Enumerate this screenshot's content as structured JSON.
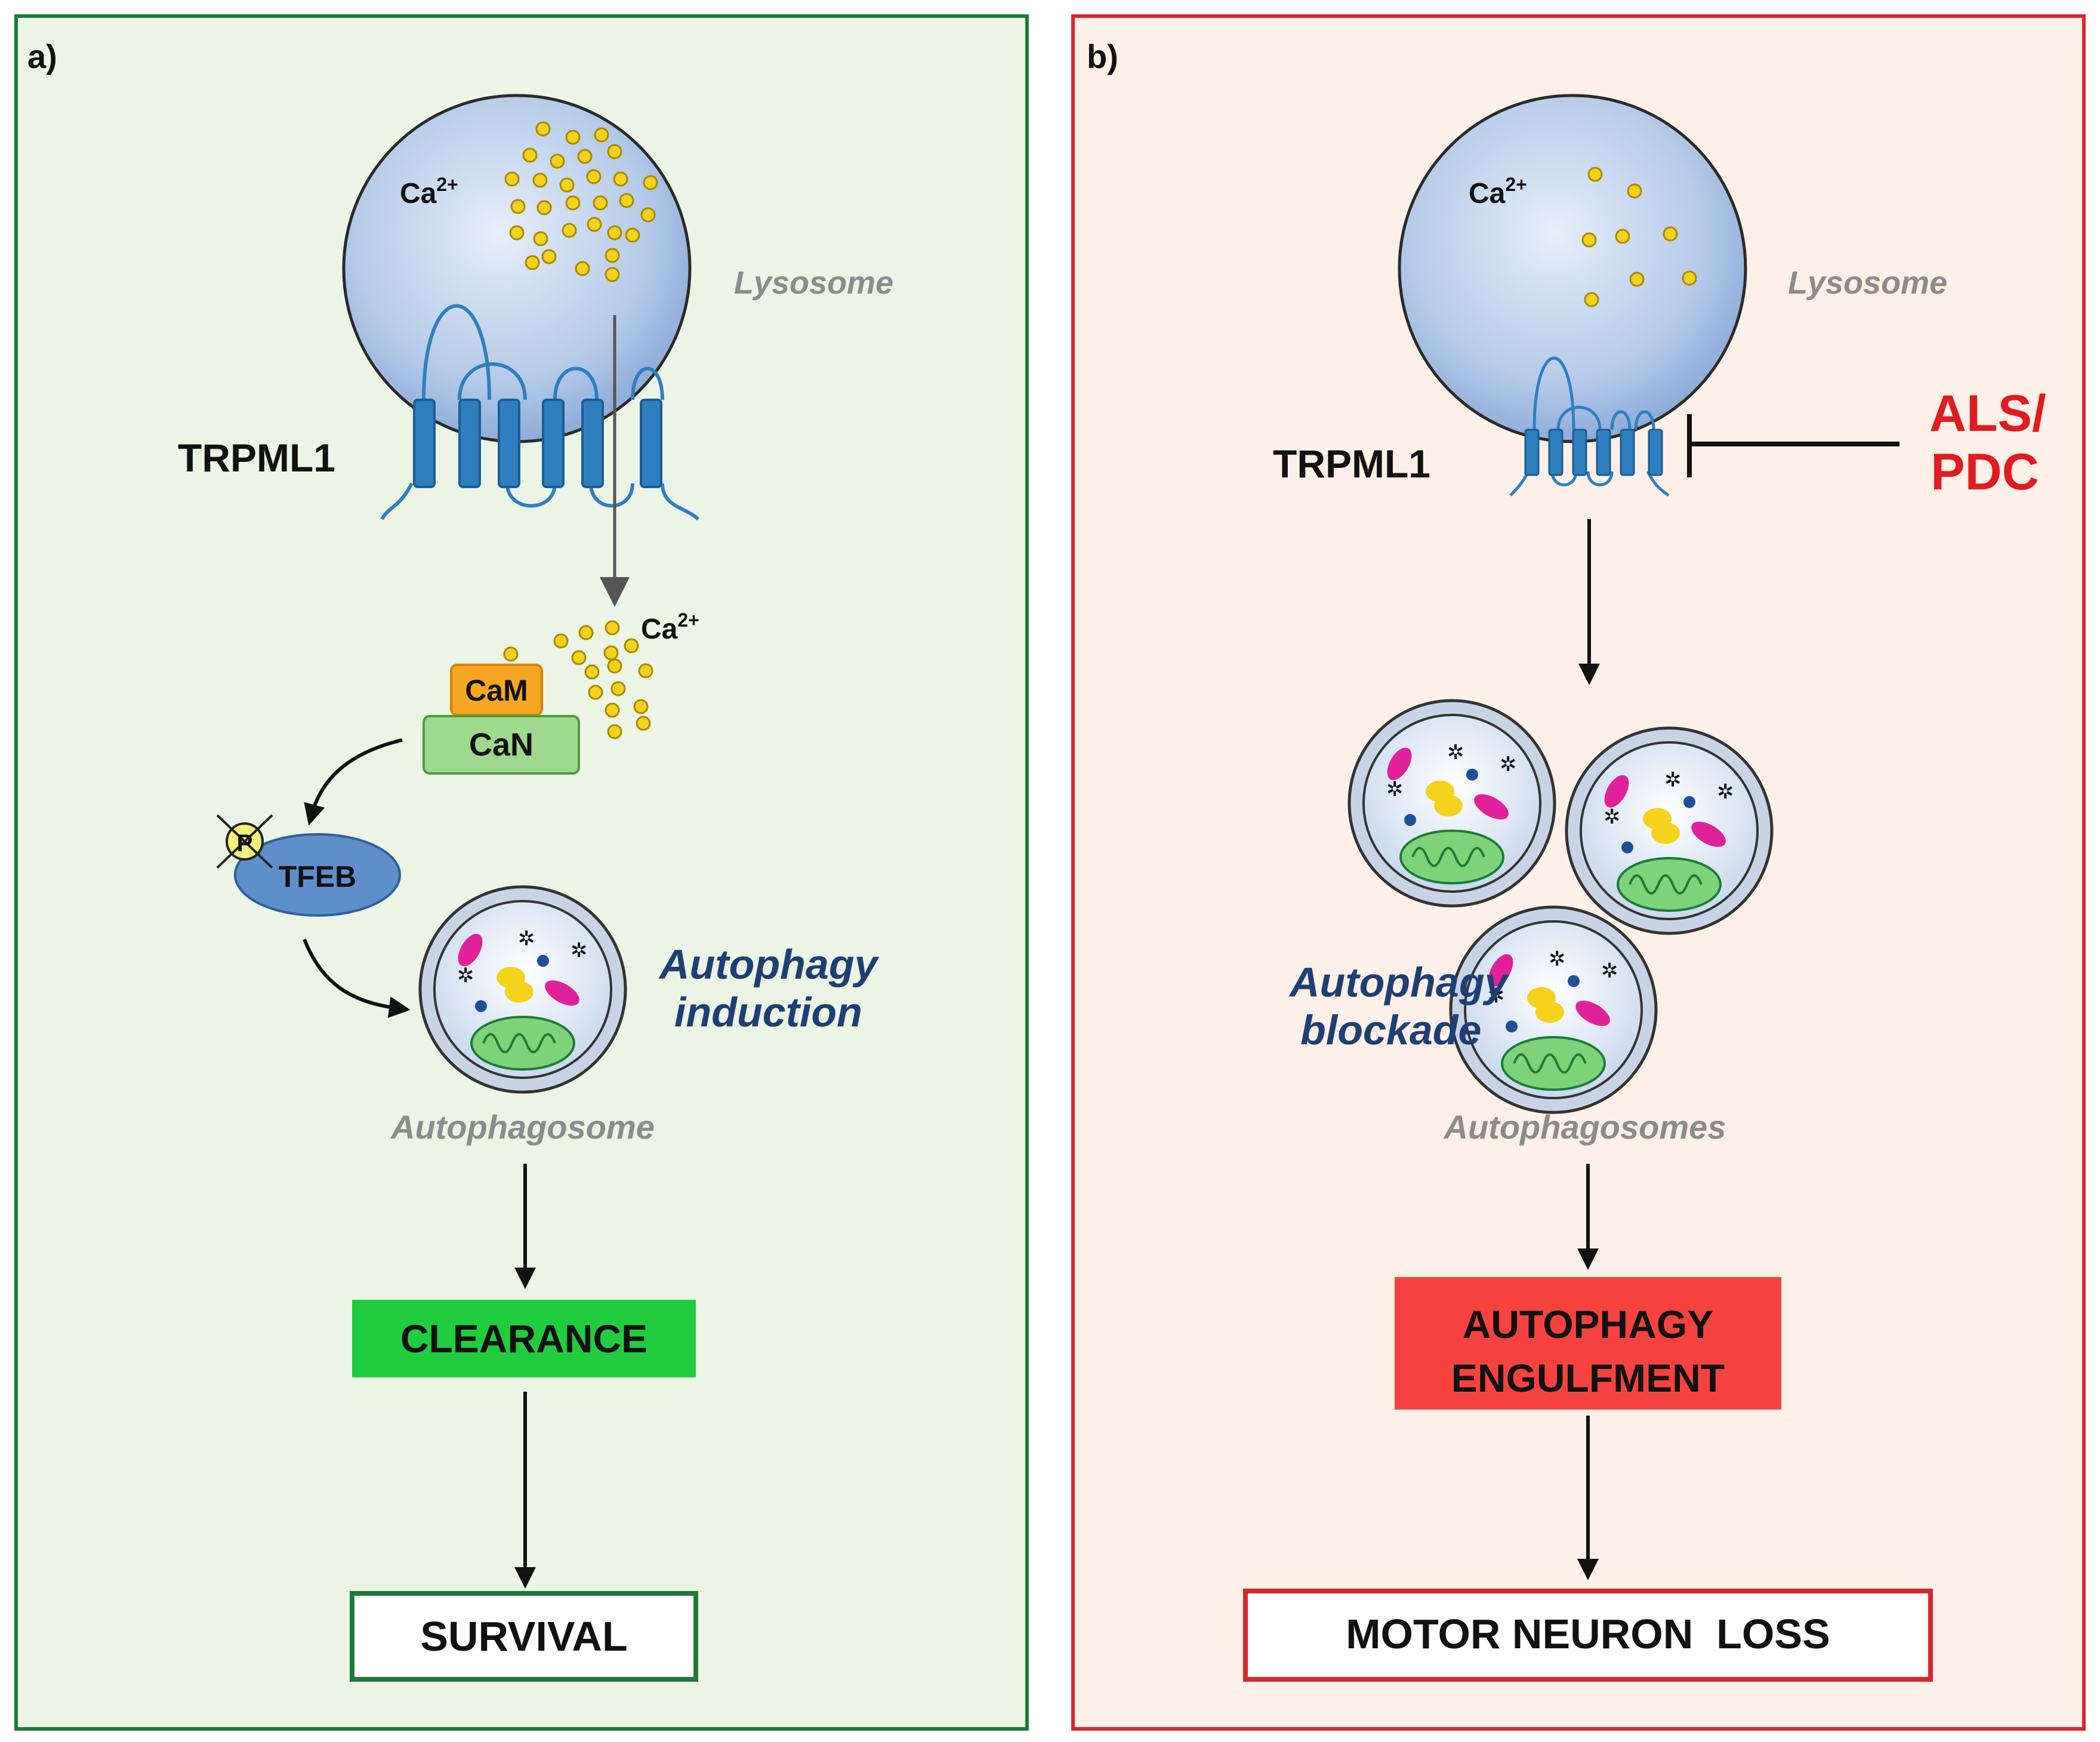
{
  "panel_a": {
    "letter": "a)",
    "ion_label": "Ca",
    "ion_charge": "2+",
    "organelle_label": "Lysosome",
    "channel_label": "TRPML1",
    "released_ion_label": "Ca",
    "released_ion_charge": "2+",
    "cam_label": "CaM",
    "can_label": "CaN",
    "phospho_label": "P",
    "tfeb_label": "TFEB",
    "induction_line1": "Autophagy",
    "induction_line2": "induction",
    "autophagosome_label": "Autophagosome",
    "clearance_label": "CLEARANCE",
    "survival_label": "SURVIVAL"
  },
  "panel_b": {
    "letter": "b)",
    "ion_label": "Ca",
    "ion_charge": "2+",
    "organelle_label": "Lysosome",
    "channel_label": "TRPML1",
    "disease_line1": "ALS/",
    "disease_line2": "PDC",
    "blockade_line1": "Autophagy",
    "blockade_line2": "blockade",
    "autophagosomes_label": "Autophagosomes",
    "engulfment_line1": "AUTOPHAGY",
    "engulfment_line2": "ENGULFMENT",
    "loss_label": "MOTOR NEURON  LOSS"
  },
  "colors": {
    "panel_a_border": "#1f7a38",
    "panel_b_border": "#d9262d",
    "lysosome": "#bccfea",
    "channel": "#2f7fbf",
    "calcium": "#f5d21c",
    "cam": "#f5a623",
    "can": "#9fd98e",
    "tfeb": "#5f8fcb",
    "clearance": "#22cc3f",
    "engulfment": "#f6423f",
    "disease_text": "#e01b22",
    "italic_blue": "#1e3f73",
    "italic_gray": "#8c8c8c"
  }
}
